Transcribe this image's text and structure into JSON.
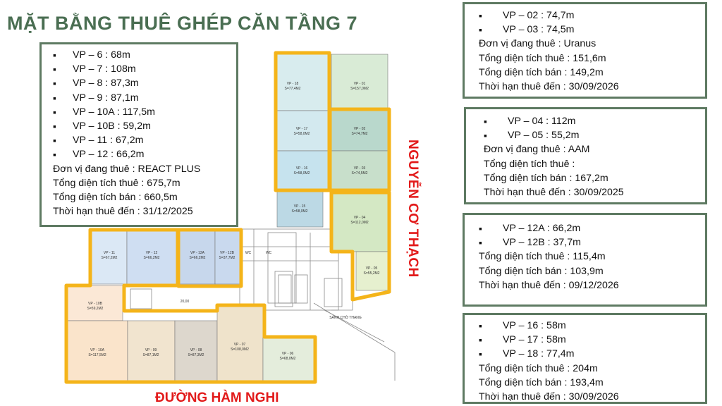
{
  "title": "MẶT BẰNG THUÊ GHÉP CĂN TẦNG 7",
  "streets": {
    "right": "NGUYỄN CƠ THẠCH",
    "bottom": "ĐƯỜNG HÀM NGHI"
  },
  "colors": {
    "title": "#4a6e52",
    "box_border": "#5e7a62",
    "highlight": "#f4b41a",
    "street": "#e21a1a"
  },
  "boxes": {
    "react": {
      "bullets": [
        "VP – 6 : 68m",
        "VP – 7 : 108m",
        "VP – 8 : 87,3m",
        "VP – 9 : 87,1m",
        "VP – 10A : 117,5m",
        "VP – 10B : 59,2m",
        "VP – 11 : 67,2m",
        "VP – 12 : 66,2m"
      ],
      "tenant": "Đơn vị đang thuê : REACT PLUS",
      "rent_area": "Tổng diện tích thuê : 675,7m",
      "sell_area": "Tổng diện tích bán : 660,5m",
      "deadline": "Thời hạn thuê đến : 31/12/2025"
    },
    "uranus": {
      "bullets": [
        "VP – 02 : 74,7m",
        "VP – 03 : 74,5m"
      ],
      "tenant": "Đơn vị đang thuê : Uranus",
      "rent_area": "Tổng diện tích thuê : 151,6m",
      "sell_area": "Tổng diện tích bán :  149,2m",
      "deadline": "Thời hạn thuê đến : 30/09/2026"
    },
    "aam": {
      "bullets": [
        "VP – 04 : 112m",
        "VP – 05 : 55,2m"
      ],
      "tenant": "Đơn vị đang thuê : AAM",
      "rent_area": "Tổng diện tích thuê :",
      "sell_area": "Tổng diện tích bán : 167,2m",
      "deadline": "Thời hạn thuê đến : 30/09/2025"
    },
    "vp12": {
      "bullets": [
        "VP – 12A : 66,2m",
        "VP – 12B : 37,7m"
      ],
      "rent_area": "Tổng diện tích thuê : 115,4m",
      "sell_area": "Tổng diện tích bán : 103,9m",
      "deadline": "Thời hạn thuê đến : 09/12/2026"
    },
    "vp16": {
      "bullets": [
        "VP – 16 : 58m",
        "VP – 17 : 58m",
        "VP – 18 : 77,4m"
      ],
      "rent_area": "Tổng diện tích thuê : 204m",
      "sell_area": "Tổng diện tích bán : 193,4m",
      "deadline": "Thời hạn thuê đến : 30/09/2026"
    }
  },
  "plan": {
    "rooms": [
      {
        "name": "VP - 18",
        "area": "S=77,4M2"
      },
      {
        "name": "VP - 01",
        "area": "S=157,0M2"
      },
      {
        "name": "VP - 17",
        "area": "S=58,0M2"
      },
      {
        "name": "VP - 02",
        "area": "S=74,7M2"
      },
      {
        "name": "VP - 16",
        "area": "S=58,0M2"
      },
      {
        "name": "VP - 03",
        "area": "S=74,5M2"
      },
      {
        "name": "VP - 15",
        "area": "S=58,0M2"
      },
      {
        "name": "VP - 04",
        "area": "S=112,0M2"
      },
      {
        "name": "VP - 05",
        "area": "S=55,2M2"
      },
      {
        "name": "VP - 11",
        "area": "S=67,2M2"
      },
      {
        "name": "VP - 12",
        "area": "S=66,2M2"
      },
      {
        "name": "VP - 12A",
        "area": "S=66,2M2"
      },
      {
        "name": "VP - 12B",
        "area": "S=37,7M2"
      },
      {
        "name": "VP - 10B",
        "area": "S=59,2M2"
      },
      {
        "name": "VP - 10A",
        "area": "S=117,5M2"
      },
      {
        "name": "VP - 09",
        "area": "S=87,1M2"
      },
      {
        "name": "VP - 08",
        "area": "S=87,3M2"
      },
      {
        "name": "VP - 07",
        "area": "S=108,0M2"
      },
      {
        "name": "VP - 06",
        "area": "S=68,0M2"
      }
    ],
    "misc": [
      "WC",
      "WC",
      "SẢNH CHỜ THANG",
      "20,00"
    ]
  }
}
